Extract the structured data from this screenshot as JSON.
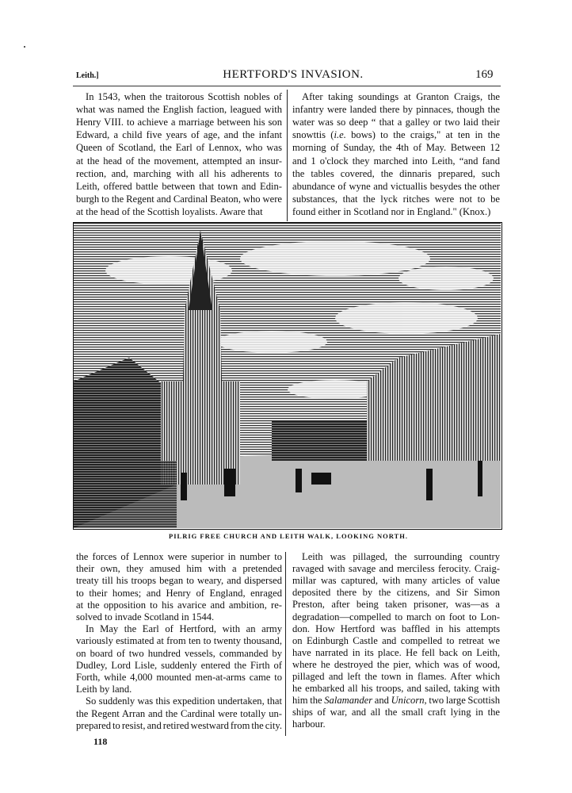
{
  "header": {
    "running_head_left": "Leith.]",
    "title": "HERTFORD'S INVASION.",
    "page_number": "169"
  },
  "top_left": [
    "In 1543, when the traitorous Scottish nobles of",
    "what was named the English faction, leagued with",
    "Henry VIII. to achieve a marriage between his son",
    "Edward, a child five years of age, and the infant",
    "Queen of Scotland, the Earl of Lennox, who was",
    "at the head of the movement, attempted an insur-",
    "rection, and, marching with all his adherents to",
    "Leith, offered battle between that town and Edin-",
    "burgh to the Regent and Cardinal Beaton, who were",
    "at the head of the Scottish loyalists. Aware that"
  ],
  "top_right": [
    "After taking soundings at Granton Craigs, the",
    "infantry were landed there by pinnaces, though the",
    "water was so deep “ that a galley or two laid their",
    "snowttis (i.e. bows) to the craigs,\" at ten in the",
    "morning of Sunday, the 4th of May. Between 12",
    "and 1 o'clock they marched into Leith, “and fand",
    "the tables covered, the dinnaris prepared, such",
    "abundance of wyne and victuallis besydes the other",
    "substances, that the lyck ritches were not to be",
    "found either in Scotland nor in England.\" (Knox.)"
  ],
  "figure": {
    "caption": "PILRIG FREE CHURCH AND LEITH WALK, LOOKING NORTH."
  },
  "bottom_left": [
    "the forces of Lennox were superior in number to",
    "their own, they amused him with a pretended",
    "treaty till his troops began to weary, and dispersed",
    "to their homes; and Henry of England, enraged",
    "at the opposition to his avarice and ambition, re-",
    "solved to invade Scotland in 1544.",
    "In May the Earl of Hertford, with an army",
    "variously estimated at from ten to twenty thousand,",
    "on board of two hundred vessels, commanded by",
    "Dudley, Lord Lisle, suddenly entered the Firth of",
    "Forth, while 4,000 mounted men-at-arms came to",
    "Leith by land.",
    "So suddenly was this expedition undertaken, that",
    "the Regent Arran and the Cardinal were totally un-",
    "prepared to resist, and retired westward from the city."
  ],
  "bottom_right": [
    "Leith was pillaged, the surrounding country",
    "ravaged with savage and merciless ferocity. Craig-",
    "millar was captured, with many articles of value",
    "deposited there by the citizens, and Sir Simon",
    "Preston, after being taken prisoner, was—as a",
    "degradation—compelled to march on foot to Lon-",
    "don. How Hertford was baffled in his attempts",
    "on Edinburgh Castle and compelled to retreat we",
    "have narrated in its place. He fell back on Leith,",
    "where he destroyed the pier, which was of wood,",
    "pillaged and left the town in flames. After which",
    "he embarked all his troops, and sailed, taking with",
    "him the Salamander and Unicorn, two large Scottish",
    "ships of war, and all the small craft lying in the",
    "harbour."
  ],
  "footer": {
    "signature_mark": "118"
  }
}
